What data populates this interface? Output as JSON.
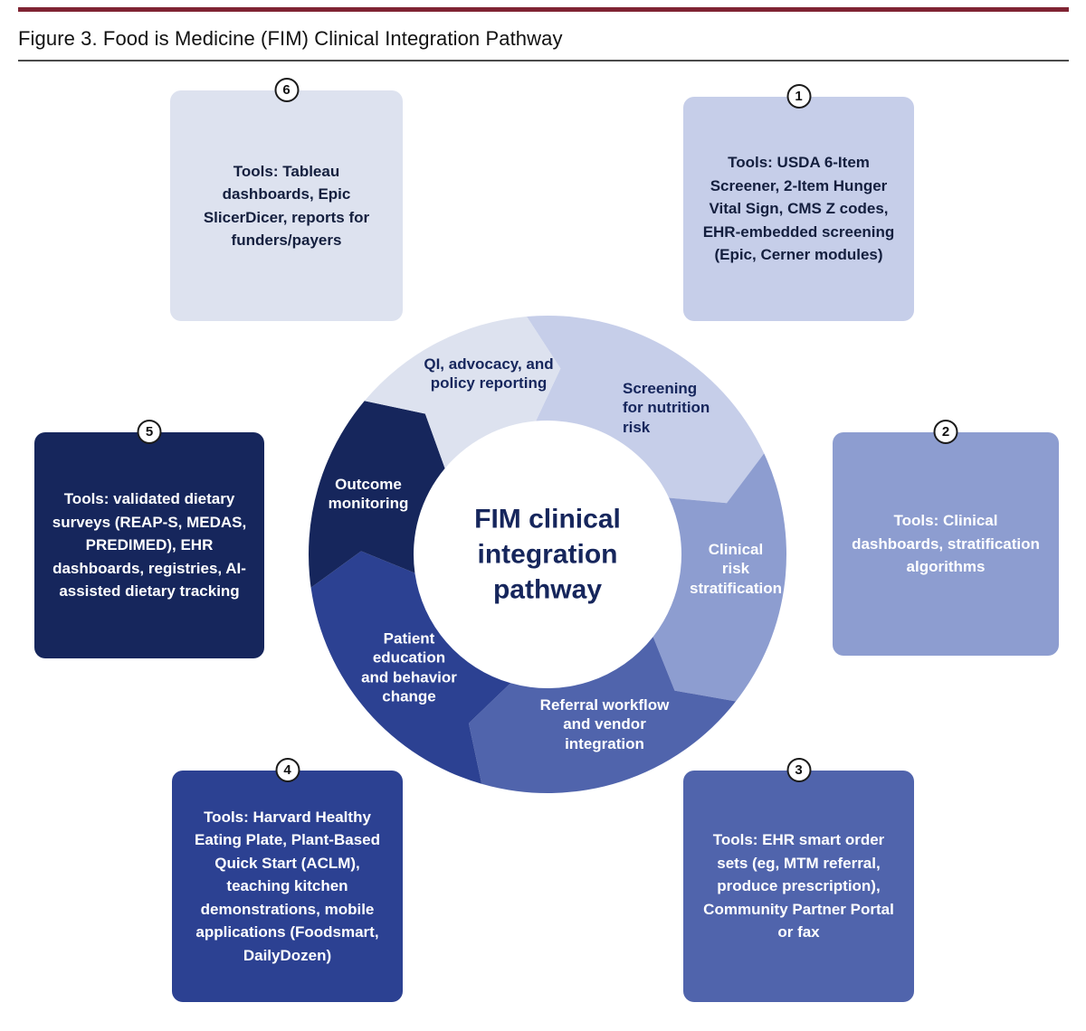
{
  "figure": {
    "title": "Figure 3. Food is Medicine (FIM) Clinical Integration Pathway"
  },
  "center": {
    "label": "FIM clinical\nintegration\npathway"
  },
  "ring": {
    "segments": [
      {
        "id": "screening",
        "label": "Screening\nfor nutrition\nrisk",
        "color": "#c6cee9",
        "text_color": "#16265c",
        "start": -5,
        "end": 65
      },
      {
        "id": "clinical",
        "label": "Clinical\nrisk\nstratification",
        "color": "#8d9dd0",
        "text_color": "#ffffff",
        "start": 65,
        "end": 128
      },
      {
        "id": "referral",
        "label": "Referral workflow\nand vendor\nintegration",
        "color": "#5064ac",
        "text_color": "#ffffff",
        "start": 128,
        "end": 196
      },
      {
        "id": "education",
        "label": "Patient\neducation\nand behavior\nchange",
        "color": "#2c4192",
        "text_color": "#ffffff",
        "start": 196,
        "end": 262
      },
      {
        "id": "outcome",
        "label": "Outcome\nmonitoring",
        "color": "#16265c",
        "text_color": "#ffffff",
        "start": 262,
        "end": 310
      },
      {
        "id": "qi",
        "label": "QI, advocacy, and\npolicy reporting",
        "color": "#dde2ef",
        "text_color": "#16265c",
        "start": 310,
        "end": 355
      }
    ]
  },
  "boxes": {
    "screening": {
      "number": "1",
      "tools_label": "Tools:",
      "text": " USDA 6-Item Screener, 2-Item Hunger Vital Sign, CMS Z codes, EHR-embedded screening (Epic, Cerner modules)",
      "color": "#c6cee9",
      "text_color": "#141f3e"
    },
    "clinical": {
      "number": "2",
      "tools_label": "Tools:",
      "text": " Clinical dashboards, stratification algorithms",
      "color": "#8d9dd0",
      "text_color": "#ffffff"
    },
    "referral": {
      "number": "3",
      "tools_label": "Tools:",
      "text": " EHR smart order sets (eg, MTM referral, produce prescription), Community Partner Portal or fax",
      "color": "#5064ac",
      "text_color": "#ffffff"
    },
    "education": {
      "number": "4",
      "tools_label": "Tools:",
      "text": " Harvard Healthy Eating Plate, Plant-Based Quick Start (ACLM), teaching kitchen demonstrations, mobile applications (Foodsmart, DailyDozen)",
      "color": "#2c4192",
      "text_color": "#ffffff"
    },
    "outcome": {
      "number": "5",
      "tools_label": "Tools:",
      "text": " validated dietary surveys (REAP-S, MEDAS, PREDIMED), EHR dashboards, registries, AI-assisted dietary tracking",
      "color": "#16265c",
      "text_color": "#ffffff"
    },
    "qi": {
      "number": "6",
      "tools_label": "Tools:",
      "text": " Tableau dashboards, Epic SlicerDicer, reports for funders/payers",
      "color": "#dde2ef",
      "text_color": "#141f3e"
    }
  },
  "chart_data": {
    "type": "cycle-diagram",
    "title": "FIM clinical integration pathway",
    "steps": [
      {
        "order": 1,
        "stage": "Screening for nutrition risk",
        "tools": "USDA 6-Item Screener, 2-Item Hunger Vital Sign, CMS Z codes, EHR-embedded screening (Epic, Cerner modules)"
      },
      {
        "order": 2,
        "stage": "Clinical risk stratification",
        "tools": "Clinical dashboards, stratification algorithms"
      },
      {
        "order": 3,
        "stage": "Referral workflow and vendor integration",
        "tools": "EHR smart order sets (eg, MTM referral, produce prescription), Community Partner Portal or fax"
      },
      {
        "order": 4,
        "stage": "Patient education and behavior change",
        "tools": "Harvard Healthy Eating Plate, Plant-Based Quick Start (ACLM), teaching kitchen demonstrations, mobile applications (Foodsmart, DailyDozen)"
      },
      {
        "order": 5,
        "stage": "Outcome monitoring",
        "tools": "validated dietary surveys (REAP-S, MEDAS, PREDIMED), EHR dashboards, registries, AI-assisted dietary tracking"
      },
      {
        "order": 6,
        "stage": "QI, advocacy, and policy reporting",
        "tools": "Tableau dashboards, Epic SlicerDicer, reports for funders/payers"
      }
    ]
  },
  "colors": {
    "header_rule": "#7f2433",
    "navy_text": "#16265c",
    "badge_border": "#1b1b1b"
  }
}
